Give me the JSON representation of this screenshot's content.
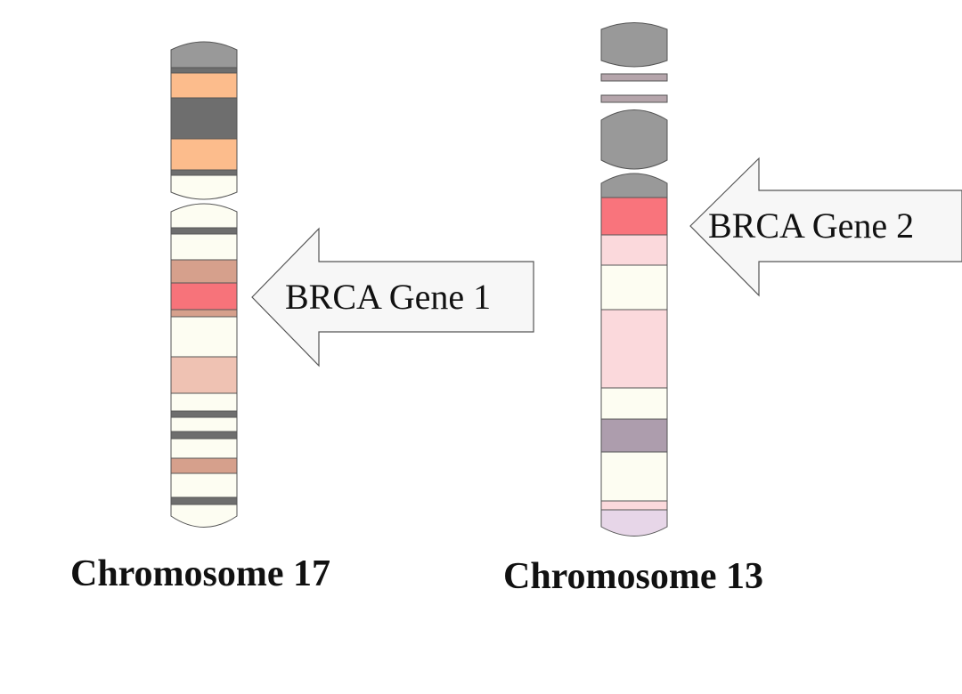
{
  "labels": {
    "chromosome_17": "Chromosome 17",
    "chromosome_13": "Chromosome 13",
    "gene_1": "BRCA Gene 1",
    "gene_2": "BRCA Gene 2"
  },
  "colors": {
    "gray": "#999999",
    "dark_gray": "#6e6e6e",
    "orange": "#fcbc8c",
    "cream": "#fdfdf2",
    "red": "#f7737a",
    "brown": "#d6a08c",
    "salmon": "#efc2b3",
    "pink": "#fbd9dc",
    "pink_red": "#f9747c",
    "purple": "#ad9dad",
    "lavender": "#e7d6e8",
    "mauve": "#b5a5ab",
    "arrow_fill": "#f7f7f7"
  }
}
